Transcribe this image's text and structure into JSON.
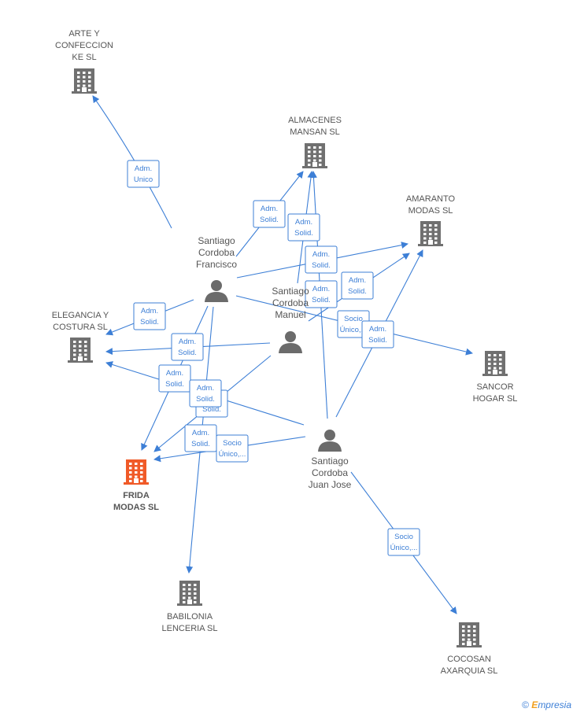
{
  "companies": [
    {
      "id": "arte",
      "lines": [
        "ARTE Y",
        "CONFECCION",
        "KE  SL"
      ]
    },
    {
      "id": "almacenes",
      "lines": [
        "ALMACENES",
        "MANSAN SL"
      ]
    },
    {
      "id": "amaranto",
      "lines": [
        "AMARANTO",
        "MODAS SL"
      ]
    },
    {
      "id": "elegancia",
      "lines": [
        "ELEGANCIA Y",
        "COSTURA  SL"
      ]
    },
    {
      "id": "sancor",
      "lines": [
        "SANCOR",
        "HOGAR  SL"
      ]
    },
    {
      "id": "frida",
      "lines": [
        "FRIDA",
        "MODAS SL"
      ],
      "main": true
    },
    {
      "id": "babilonia",
      "lines": [
        "BABILONIA",
        "LENCERIA  SL"
      ]
    },
    {
      "id": "cocosan",
      "lines": [
        "COCOSAN",
        "AXARQUIA  SL"
      ]
    }
  ],
  "people": [
    {
      "id": "francisco",
      "lines": [
        "Santiago",
        "Cordoba",
        "Francisco"
      ]
    },
    {
      "id": "manuel",
      "lines": [
        "Santiago",
        "Cordoba",
        "Manuel"
      ]
    },
    {
      "id": "juanjose",
      "lines": [
        "Santiago",
        "Cordoba",
        "Juan Jose"
      ]
    }
  ],
  "relations": [
    {
      "from": "francisco",
      "to": "arte",
      "label": [
        "Adm.",
        "Unico"
      ]
    },
    {
      "from": "francisco",
      "to": "almacenes",
      "label": [
        "Adm.",
        "Solid."
      ]
    },
    {
      "from": "manuel",
      "to": "almacenes",
      "label": [
        "Adm.",
        "Solid."
      ]
    },
    {
      "from": "francisco",
      "to": "amaranto",
      "label": [
        "Adm.",
        "Solid."
      ]
    },
    {
      "from": "manuel",
      "to": "amaranto",
      "label": [
        "Adm.",
        "Solid."
      ]
    },
    {
      "from": "juanjose",
      "to": "almacenes",
      "label": [
        "Adm.",
        "Solid."
      ]
    },
    {
      "from": "francisco",
      "to": "elegancia",
      "label": [
        "Adm.",
        "Solid."
      ]
    },
    {
      "from": "manuel",
      "to": "elegancia",
      "label": [
        "Adm.",
        "Solid."
      ]
    },
    {
      "from": "juanjose",
      "to": "elegancia",
      "label": [
        "Adm.",
        "Solid."
      ]
    },
    {
      "from": "francisco",
      "to": "sancor",
      "label": [
        "Socio",
        "Único,..."
      ]
    },
    {
      "from": "juanjose",
      "to": "amaranto",
      "label": [
        "Adm.",
        "Solid."
      ]
    },
    {
      "from": "francisco",
      "to": "frida",
      "label": [
        "Adm.",
        "Solid."
      ]
    },
    {
      "from": "manuel",
      "to": "frida",
      "label": [
        "Adm.",
        "Solid."
      ]
    },
    {
      "from": "juanjose",
      "to": "frida",
      "label": [
        "Socio",
        "Único,..."
      ]
    },
    {
      "from": "francisco",
      "to": "babilonia",
      "label": [
        "Adm.",
        "Solid."
      ]
    },
    {
      "from": "juanjose",
      "to": "cocosan",
      "label": [
        "Socio",
        "Único,..."
      ]
    }
  ],
  "colors": {
    "edge": "#3d7fd6",
    "building": "#707070",
    "building_main": "#f05a28",
    "person": "#6b6b6b"
  },
  "footer": {
    "copyright": "©",
    "brand_initial": "E",
    "brand_rest": "mpresia"
  }
}
